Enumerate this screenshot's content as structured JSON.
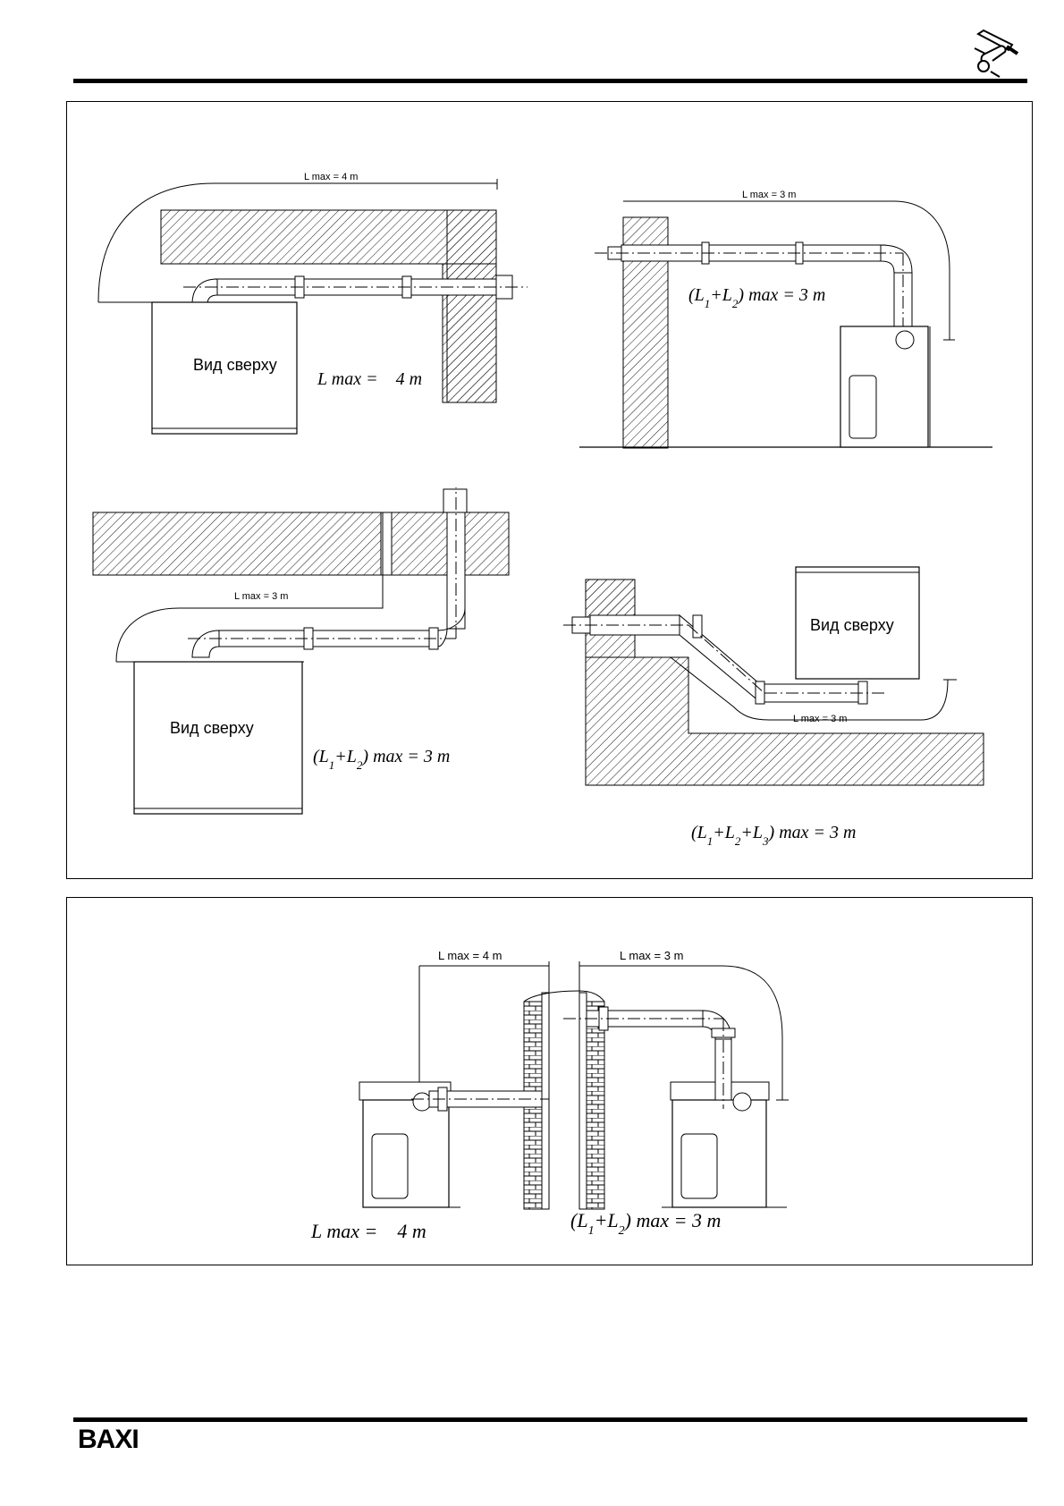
{
  "header": {
    "tools_icon": "wrench-screwdriver-icon"
  },
  "footer": {
    "brand": "BAXI"
  },
  "panel_top": {
    "d1": {
      "dim": "L max = 4 m",
      "view": "Вид сверху",
      "formula": "L max =    4 m"
    },
    "d2": {
      "dim": "L max = 3 m",
      "formula": "(L1+L2) max =    3 m"
    },
    "d3": {
      "dim": "L max = 3 m",
      "view": "Вид сверху",
      "formula": "(L1+L2) max =    3 m"
    },
    "d4": {
      "dim": "L max = 3 m",
      "view": "Вид сверху",
      "formula": "(L1+L2+L3) max =    3 m"
    }
  },
  "panel_bottom": {
    "dim_left": "L max = 4 m",
    "dim_right": "L max = 3 m",
    "formula_left": "L max =    4 m",
    "formula_right": "(L1+L2) max =    3 m"
  }
}
